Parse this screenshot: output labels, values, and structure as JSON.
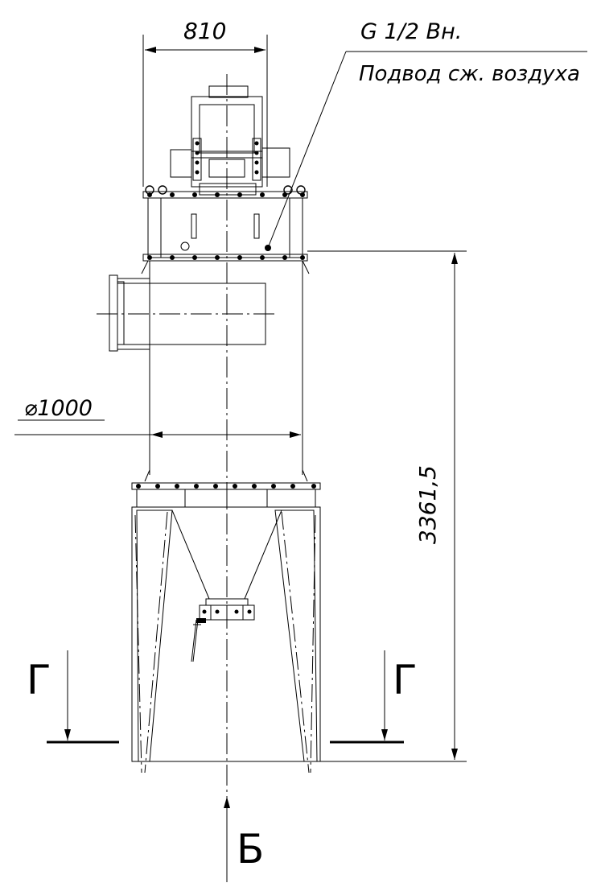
{
  "drawing": {
    "dim_width_top": "810",
    "dim_diameter": "⌀1000",
    "dim_height": "3361,5",
    "thread_note": "G 1/2 Вн.",
    "air_note": "Подвод сж. воздуха",
    "section_letter": "Г",
    "view_letter": "Б"
  },
  "colors": {
    "line": "#000000",
    "background": "#ffffff"
  }
}
